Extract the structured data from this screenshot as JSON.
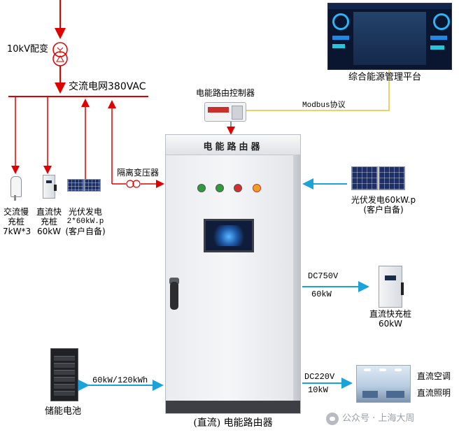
{
  "labels": {
    "transformer_10kv": "10kV配变",
    "ac_grid": "交流电网380VAC",
    "controller": "电能路由控制器",
    "platform": "综合能源管理平台",
    "modbus": "Modbus协议",
    "cabinet_title": "电能路由器",
    "isolation_transformer": "隔离变压器",
    "ac_slow_charger_line1": "交流慢",
    "ac_slow_charger_line2": "充桩",
    "ac_slow_charger_line3": "7kW*3",
    "dc_fast_charger_left_line1": "直流快",
    "dc_fast_charger_left_line2": "充桩",
    "dc_fast_charger_left_line3": "60kW",
    "pv_left_line1": "光伏发电",
    "pv_left_line2": "2*60kW.p",
    "pv_left_line3": "(客户自备)",
    "pv_right_line1": "光伏发电60kW.p",
    "pv_right_line2": "(客户自备)",
    "dc750": "DC750V",
    "dc750_power": "60kW",
    "dc_fast_charger_right_line1": "直流快充桩",
    "dc_fast_charger_right_line2": "60kW",
    "storage_link": "60kW/120kWh",
    "storage": "储能电池",
    "dc220": "DC220V",
    "dc220_power": "10kW",
    "dc_ac": "直流空调",
    "dc_lighting": "直流照明",
    "caption": "(直流) 电能路由器",
    "watermark": "公众号 · 上海大周"
  },
  "colors": {
    "grid_line": "#e00000",
    "link_arrow": "#1aa3d9",
    "modbus_line": "#e6d36a"
  },
  "icons": {
    "transformer": "transformer-symbol-icon",
    "isolation": "isolation-transformer-icon"
  }
}
